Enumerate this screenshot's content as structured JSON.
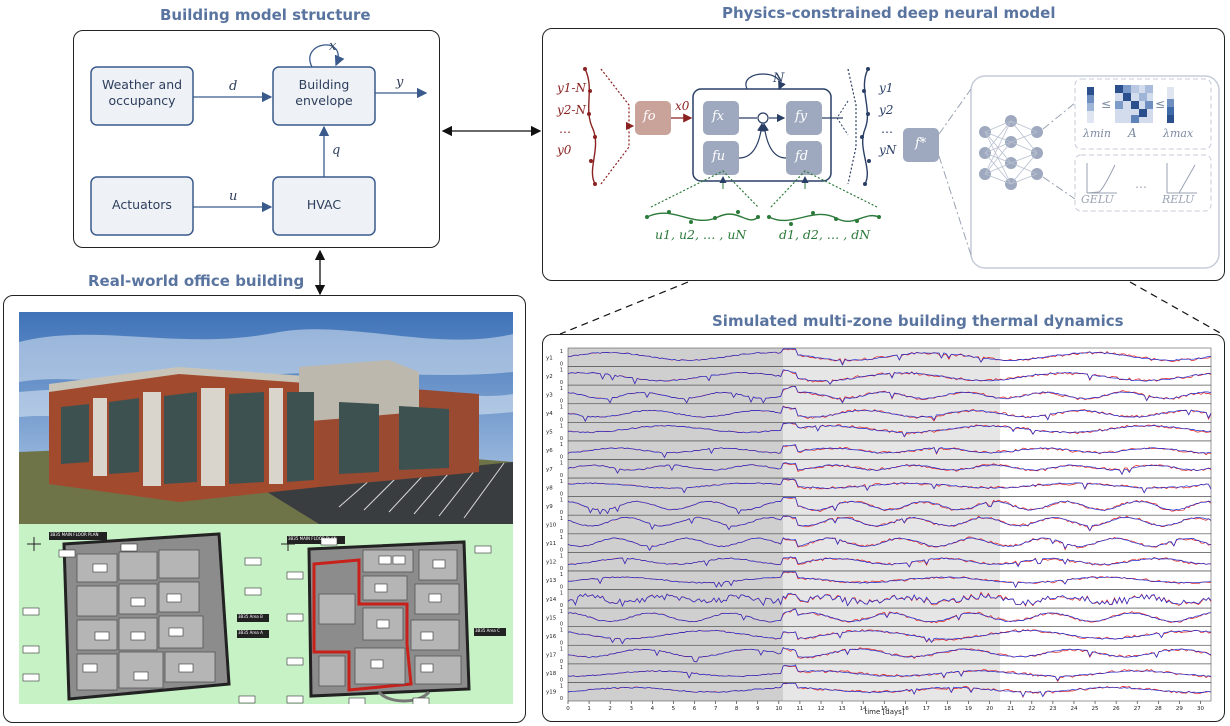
{
  "titles": {
    "structure": "Building model structure",
    "neural": "Physics-constrained deep neural model",
    "office": "Real-world office building",
    "simulated": "Simulated multi-zone building thermal dynamics"
  },
  "structure": {
    "weather": [
      "Weather and",
      "occupancy"
    ],
    "envelope": [
      "Building",
      "envelope"
    ],
    "actuators": "Actuators",
    "hvac": "HVAC",
    "labels": {
      "x": "x",
      "d": "d",
      "y": "y",
      "q": "q",
      "u": "u"
    }
  },
  "neural": {
    "inputs_y": [
      "y1-N",
      "y2-N",
      "y0"
    ],
    "outputs_y": [
      "y1",
      "y2",
      "yN"
    ],
    "N": "N",
    "x0": "x0",
    "f_o": "fo",
    "f_x": "fx",
    "f_y": "fy",
    "f_u": "fu",
    "f_d": "fd",
    "f_star": "f*",
    "u_seq": "u1, u2, … , uN",
    "d_seq": "d1, d2, … , dN",
    "lambda_min": "λmin",
    "A": "A",
    "lambda_max": "λmax",
    "leq": "≤",
    "gelu": "GELU",
    "relu": "RELU",
    "dots": "…"
  },
  "office": {
    "floor_left_title": "3B35 MAIN FLOOR PLAN",
    "floor_right_title": "3B35 MAIN FLOOR PLAN",
    "area_b": "3B35 Area B",
    "area_c": "3B35 Area C",
    "area_a": "3B35 Area A"
  },
  "chart_data": {
    "type": "line",
    "xlabel": "time [days]",
    "x_ticks": [
      0,
      1,
      2,
      3,
      4,
      5,
      6,
      7,
      8,
      9,
      10,
      11,
      12,
      13,
      14,
      15,
      16,
      17,
      18,
      19,
      20,
      21,
      22,
      23,
      24,
      25,
      26,
      27,
      28,
      29,
      30
    ],
    "xlim": [
      0,
      30.5
    ],
    "regions": [
      {
        "from": 0,
        "to": 10.2,
        "shade": "#cfcfcf"
      },
      {
        "from": 10.2,
        "to": 20.5,
        "shade": "#e6e6e6"
      },
      {
        "from": 20.5,
        "to": 30.5,
        "shade": "#ffffff"
      }
    ],
    "rows": 19,
    "row_label": "y",
    "row_tick_top": "1",
    "row_tick_bottom": "0",
    "series": [
      {
        "color": "#1f2fd6"
      },
      {
        "color": "#e0201a"
      }
    ]
  }
}
